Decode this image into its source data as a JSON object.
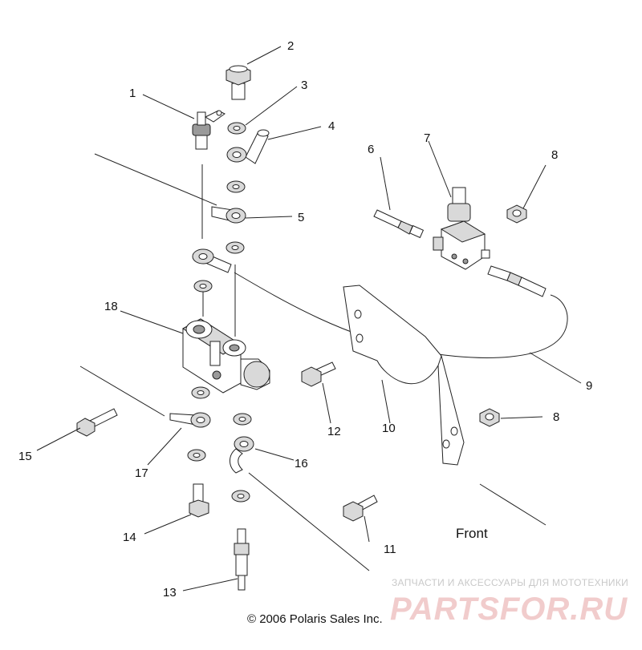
{
  "callouts": {
    "c1": "1",
    "c2": "2",
    "c3": "3",
    "c4": "4",
    "c5": "5",
    "c6": "6",
    "c7": "7",
    "c8a": "8",
    "c8b": "8",
    "c9": "9",
    "c10": "10",
    "c11": "11",
    "c12": "12",
    "c13": "13",
    "c14": "14",
    "c15": "15",
    "c16": "16",
    "c17": "17",
    "c18": "18"
  },
  "front_label": "Front",
  "copyright": "© 2006 Polaris Sales Inc.",
  "watermark": {
    "tagline": "ЗАПЧАСТИ И АКСЕССУАРЫ ДЛЯ МОТОТЕХНИКИ",
    "brand": "PARTSFOR.RU"
  },
  "colors": {
    "line": "#222222",
    "watermark_brand": "#f1cccc",
    "watermark_tagline": "#c9c9c9"
  }
}
